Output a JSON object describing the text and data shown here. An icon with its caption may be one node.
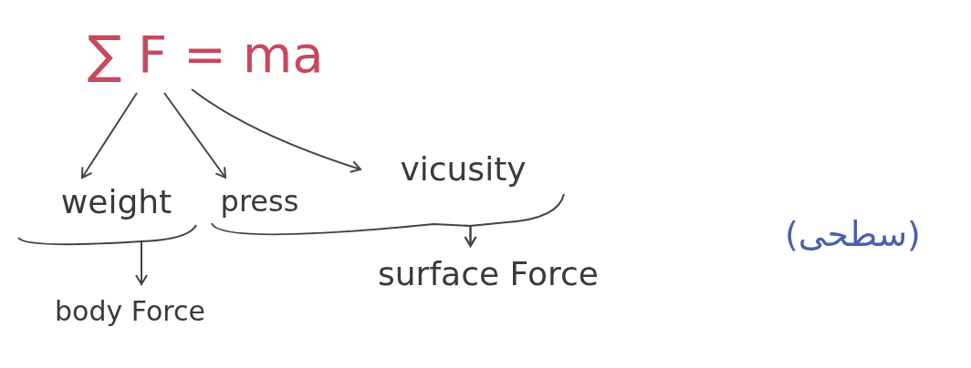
{
  "diagram": {
    "nodes": [
      {
        "text": [
          "∑ F = ma"
        ]
      },
      {
        "text": [
          "weight"
        ]
      },
      {
        "text": [
          "press"
        ]
      },
      {
        "text": [
          "vicusity"
        ]
      },
      {
        "text": [
          "body Force"
        ]
      },
      {
        "text": [
          "surface Force"
        ]
      }
    ],
    "edges": [
      {
        "from": 0,
        "to": 1,
        "arrow": "to"
      },
      {
        "from": 0,
        "to": 2,
        "arrow": "to"
      },
      {
        "from": 0,
        "to": 3,
        "arrow": "to"
      },
      {
        "from": 1,
        "to": 4,
        "arrow": "to"
      },
      {
        "from": 2,
        "to": 5,
        "arrow": "to"
      },
      {
        "from": 3,
        "to": 5,
        "arrow": "to"
      }
    ],
    "labels": [
      "(سطحی)"
    ]
  }
}
